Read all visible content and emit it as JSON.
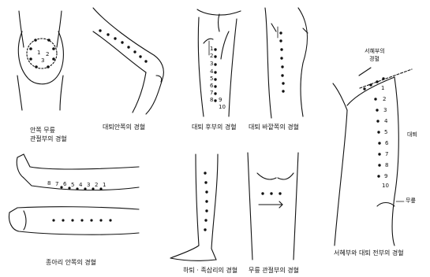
{
  "panels": {
    "knee": {
      "caption_line1": "안쪽 무릎",
      "caption_line2": "관절부의 경혈",
      "point_numbers": [
        "1",
        "2",
        "3"
      ]
    },
    "inner_thigh": {
      "caption": "대퇴안쪽의 경혈"
    },
    "rear_thigh": {
      "caption": "대퇴 후부의 경혈",
      "point_numbers": [
        "1",
        "2",
        "3",
        "4",
        "5",
        "6",
        "7",
        "8",
        "9",
        "10"
      ]
    },
    "outer_thigh": {
      "caption": "대퇴 바깥쪽의 경혈"
    },
    "front_thigh": {
      "caption_line1": "서혜부와 대퇴 전부의 경혈",
      "label_groin": "서혜부의",
      "label_groin2": "경혈",
      "label_thigh": "대퇴",
      "label_knee": "무릎",
      "point_numbers": [
        "1",
        "2",
        "3",
        "4",
        "5",
        "6",
        "7",
        "8",
        "9",
        "10"
      ]
    },
    "calf": {
      "caption": "종아리 안쪽의 경혈",
      "point_numbers": [
        "8",
        "7",
        "6",
        "5",
        "4",
        "3",
        "2",
        "1"
      ]
    },
    "lower_leg": {
      "caption": "하퇴 · 족삼리의 경혈"
    },
    "knee_joint": {
      "caption": "무릎 관절부의 경혈"
    }
  }
}
